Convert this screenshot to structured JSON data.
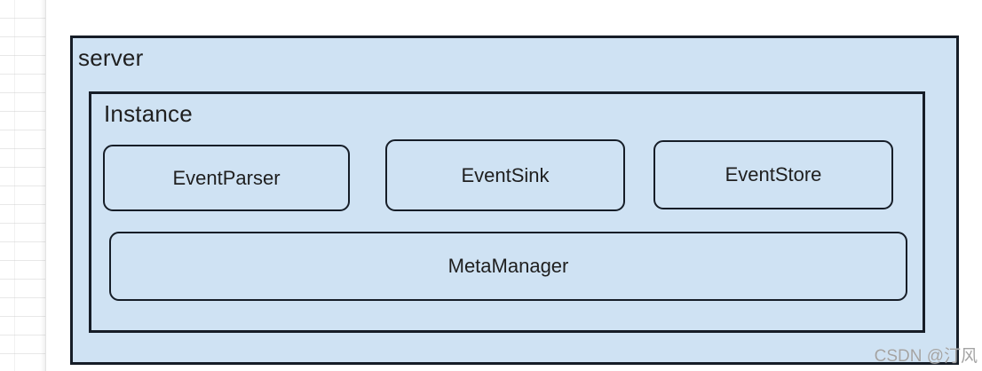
{
  "diagram": {
    "outer_container": {
      "label": "server"
    },
    "inner_container": {
      "label": "Instance"
    },
    "components": [
      {
        "label": "EventParser"
      },
      {
        "label": "EventSink"
      },
      {
        "label": "EventStore"
      }
    ],
    "bottom_component": {
      "label": "MetaManager"
    },
    "colors": {
      "box_fill": "#cfe2f3",
      "box_border": "#161d27",
      "label_text": "#1f1f1f",
      "watermark_text": "#a3a3a3"
    }
  },
  "watermark": {
    "text": "CSDN @汀风"
  }
}
